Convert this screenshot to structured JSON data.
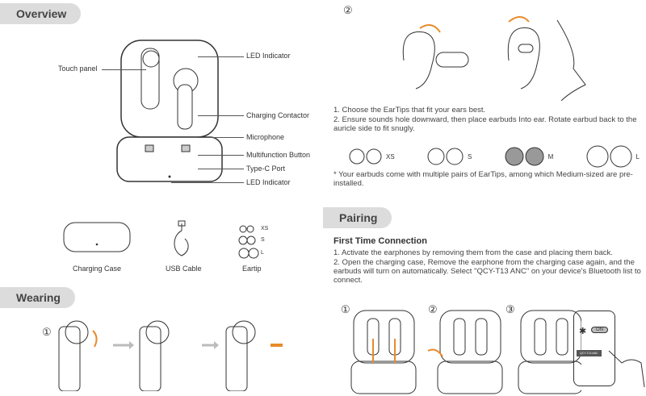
{
  "overview": {
    "title": "Overview",
    "labels": {
      "touch_panel": "Touch panel",
      "led_top": "LED Indicator",
      "charging_contactor": "Charging Contactor",
      "microphone": "Microphone",
      "multifunction": "Multifunction Button",
      "typec": "Type-C Port",
      "led_bottom": "LED Indicator"
    },
    "accessories": [
      {
        "label": "Charging Case"
      },
      {
        "label": "USB Cable"
      },
      {
        "label": "Eartip"
      }
    ],
    "eartip_sizes": [
      "XS",
      "S",
      "L"
    ]
  },
  "wearing": {
    "title": "Wearing",
    "step": "①"
  },
  "fitting": {
    "step": "②",
    "instructions": [
      "1. Choose the EarTips that fit your ears best.",
      "2. Ensure sounds hole downward, then place earbuds Into ear. Rotate earbud back to the auricle side to fit snugly."
    ],
    "sizes": [
      "XS",
      "S",
      "M",
      "L"
    ],
    "note": "* Your earbuds come with multiple pairs of EarTips, among which Medium-sized are pre-installed."
  },
  "pairing": {
    "title": "Pairing",
    "subtitle": "First Time Connection",
    "steps": [
      "1. Activate the earphones by removing them from the case and placing them back.",
      "2. Open the charging case, Remove the earphone from the charging case again, and the earbuds will turn on automatically. Select \"QCY-T13 ANC\" on your device's Bluetooth list to connect."
    ],
    "figure_steps": [
      "①",
      "②",
      "③"
    ],
    "phone_toggle": "ON",
    "phone_device": "QCY-T13 ANC"
  }
}
